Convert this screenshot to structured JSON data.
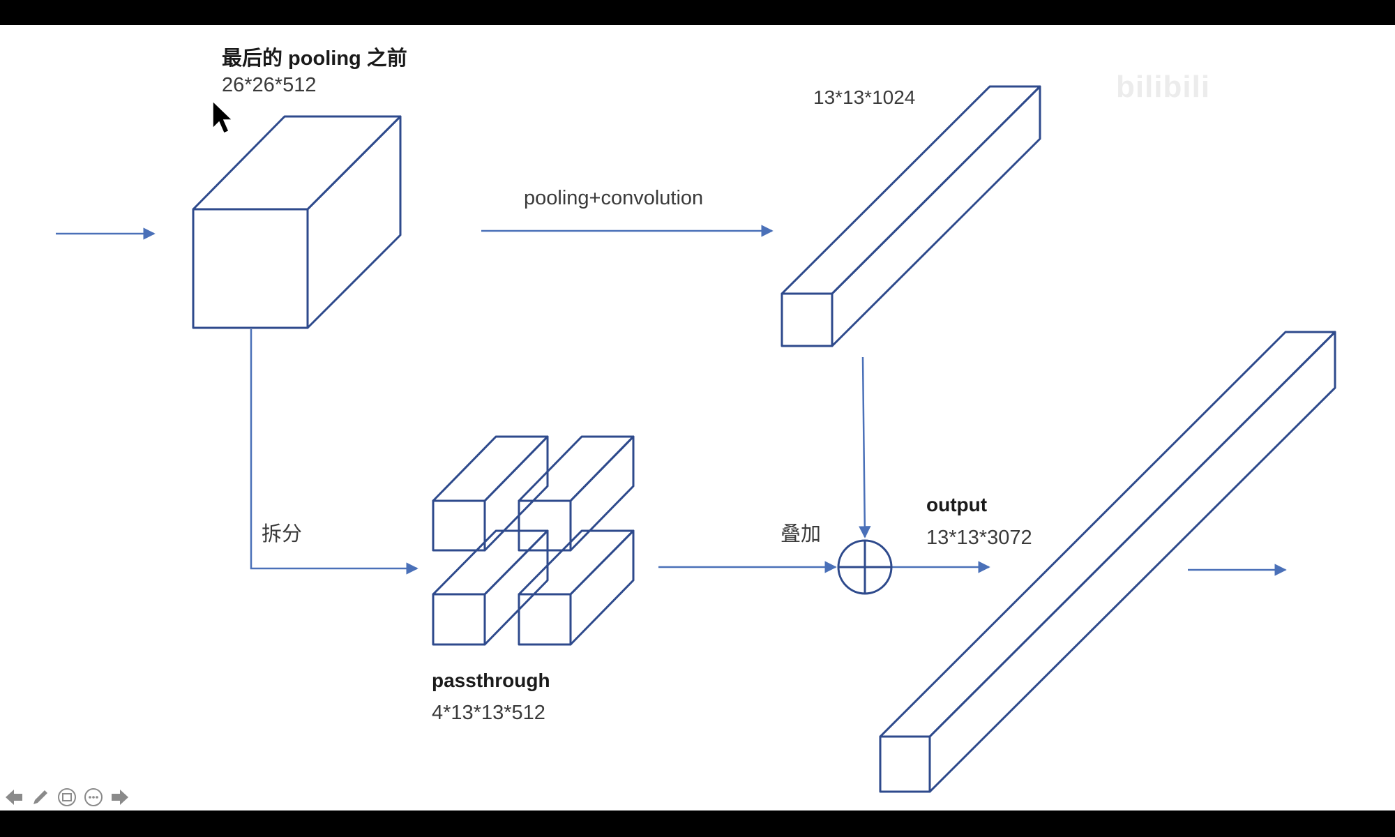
{
  "slide": {
    "title_before_pooling": "最后的 pooling 之前",
    "dims_before_pooling": "26*26*512",
    "dims_after_conv": "13*13*1024",
    "edge_pooling_conv": "pooling+convolution",
    "edge_split": "拆分",
    "title_passthrough": "passthrough",
    "dims_passthrough": "4*13*13*512",
    "edge_concat": "叠加",
    "title_output": "output",
    "dims_output": "13*13*3072",
    "watermark": "bilibili"
  },
  "colors": {
    "stroke": "#2e4a8c",
    "arrow": "#4a70b8",
    "text": "#3a3a3a",
    "background": "#ffffff"
  },
  "controls": {
    "icons": [
      "arrow-left-icon",
      "pencil-icon",
      "screen-icon",
      "more-icon",
      "arrow-right-icon"
    ]
  }
}
